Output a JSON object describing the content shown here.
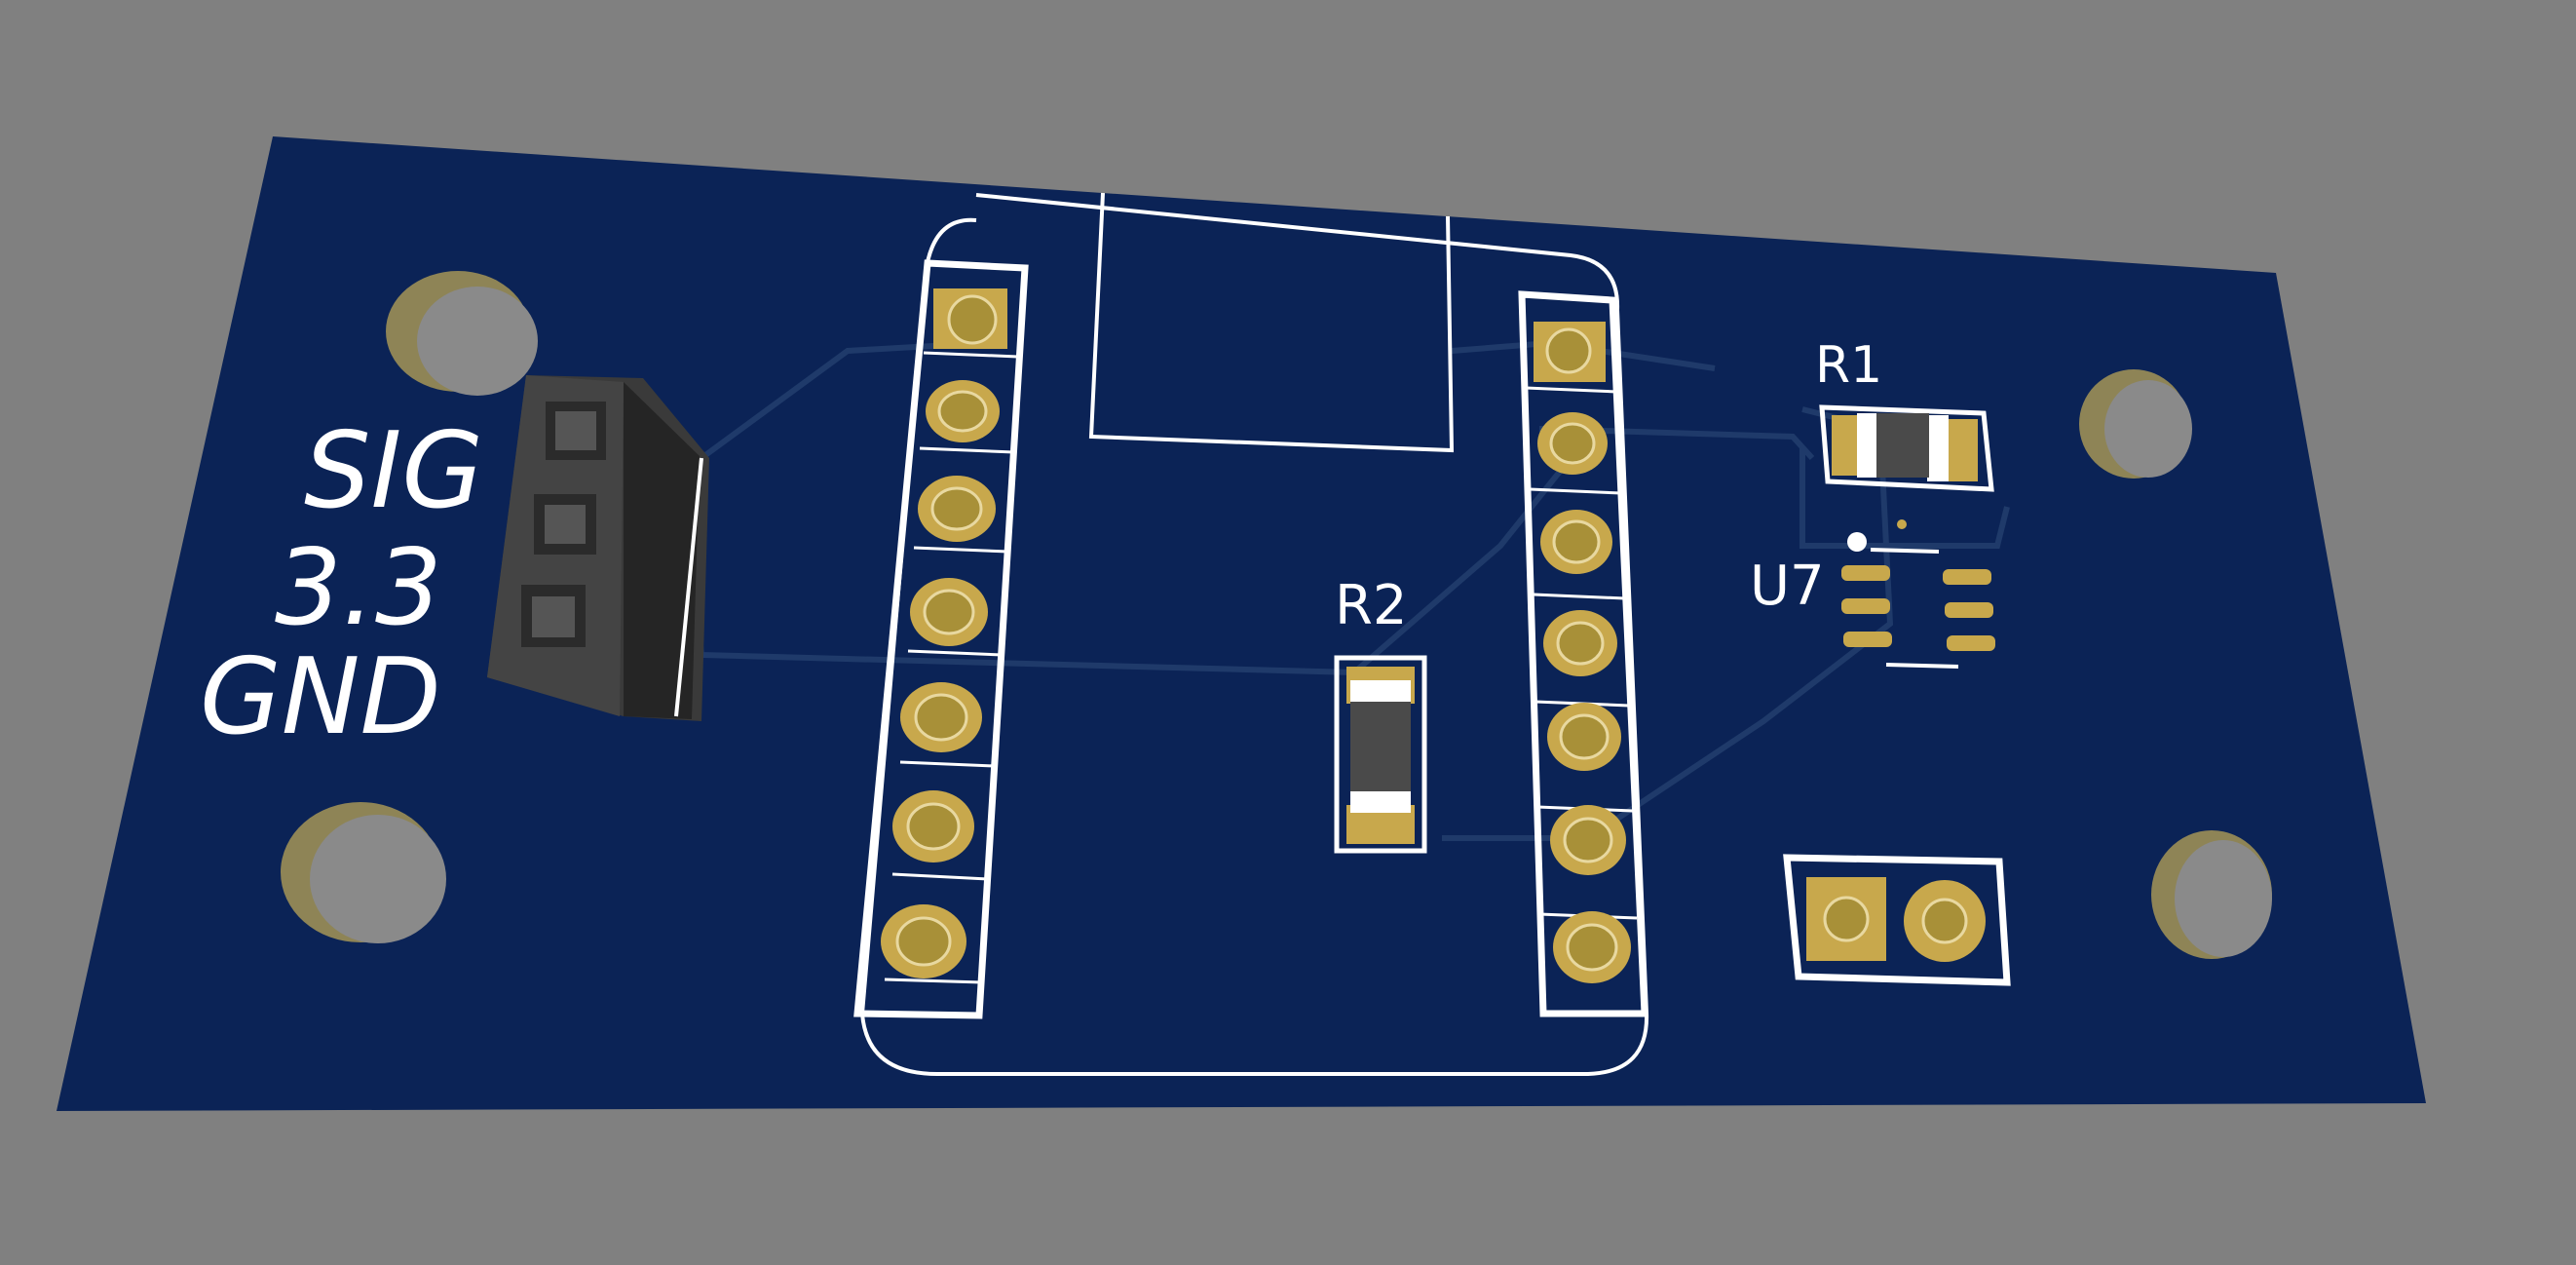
{
  "viewer": {
    "background_color": "#808080"
  },
  "board": {
    "soldermask_color": "#0b2356",
    "silkscreen_color": "#ffffff",
    "copper_color": "#c8a84c",
    "trace_color": "#1f3a6a",
    "connector_label_lines": [
      "SIG",
      "3.3",
      "GND"
    ],
    "components": {
      "r1": {
        "designator": "R1"
      },
      "r2": {
        "designator": "R2"
      },
      "u7": {
        "designator": "U7"
      }
    },
    "icons": {
      "mounting_hole": "mounting-hole-icon",
      "header": "pin-header-icon",
      "resistor": "smd-resistor-icon",
      "ic": "sot23-6-icon",
      "pad": "tht-pad-icon"
    }
  }
}
